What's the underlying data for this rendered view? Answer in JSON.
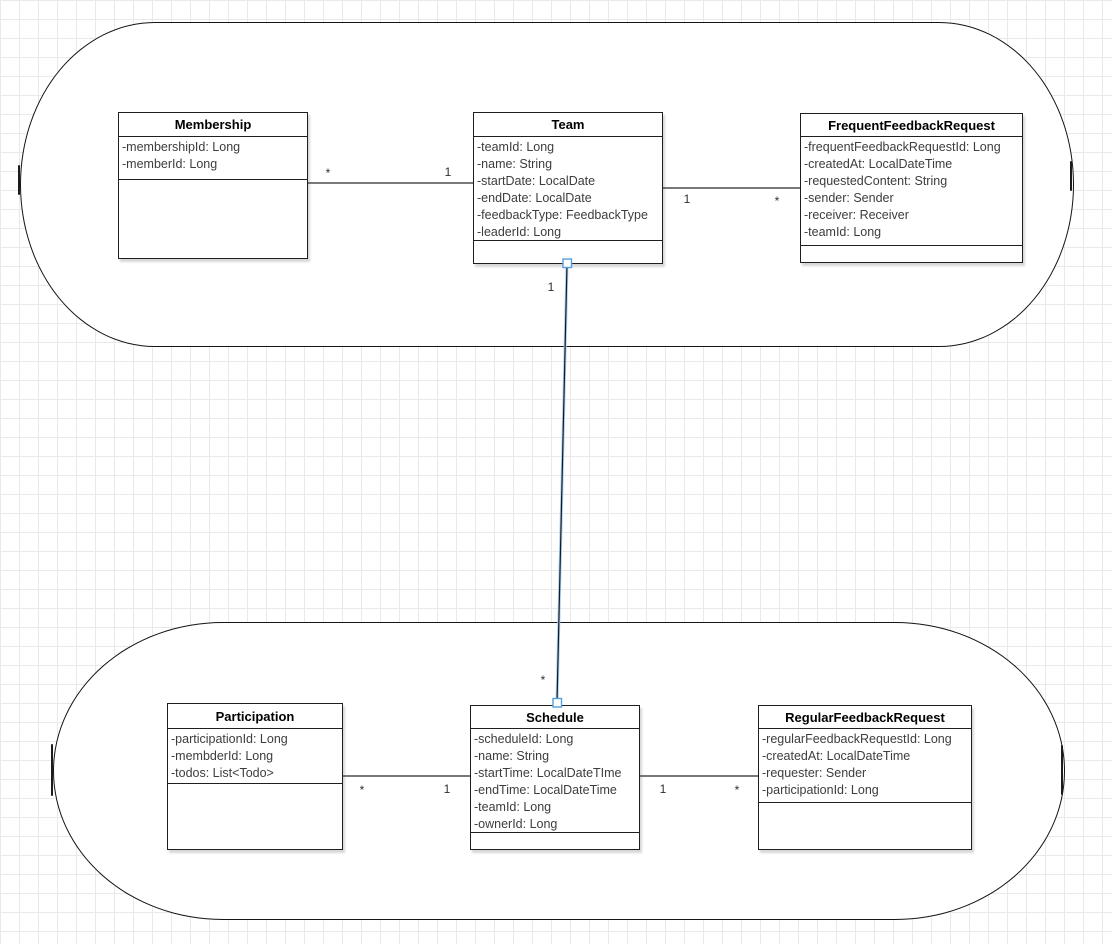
{
  "canvas": {
    "colors": {
      "background": "#ffffff",
      "grid_line": "#e9e9e9",
      "box_border": "#1f1f1f",
      "edge": "#4d4d4d",
      "selection_highlight": "#a8d1f7",
      "handle_border": "#56a0dd"
    }
  },
  "classes": [
    {
      "name": "Membership",
      "attributes": [
        "-membershipId: Long",
        "-memberId: Long"
      ]
    },
    {
      "name": "Team",
      "attributes": [
        "-teamId: Long",
        "-name: String",
        "-startDate: LocalDate",
        "-endDate: LocalDate",
        "-feedbackType: FeedbackType",
        "-leaderId: Long"
      ]
    },
    {
      "name": "FrequentFeedbackRequest",
      "attributes": [
        "-frequentFeedbackRequestId: Long",
        "-createdAt: LocalDateTime",
        "-requestedContent: String",
        "-sender: Sender",
        "-receiver: Receiver",
        "-teamId: Long"
      ]
    },
    {
      "name": "Participation",
      "attributes": [
        "-participationId: Long",
        "-membderId: Long",
        "-todos: List<Todo>"
      ]
    },
    {
      "name": "Schedule",
      "attributes": [
        "-scheduleId: Long",
        "-name: String",
        "-startTime: LocalDateTIme",
        "-endTime: LocalDateTime",
        "-teamId: Long",
        "-ownerId: Long"
      ]
    },
    {
      "name": "RegularFeedbackRequest",
      "attributes": [
        "-regularFeedbackRequestId: Long",
        "-createdAt: LocalDateTime",
        "-requester: Sender",
        "-participationId: Long"
      ]
    }
  ],
  "relations": [
    {
      "from": "Membership",
      "to": "Team",
      "from_label": "*",
      "to_label": "1"
    },
    {
      "from": "Team",
      "to": "FrequentFeedbackRequest",
      "from_label": "1",
      "to_label": "*"
    },
    {
      "from": "Team",
      "to": "Schedule",
      "from_label": "1",
      "to_label": "*",
      "selected": true
    },
    {
      "from": "Participation",
      "to": "Schedule",
      "from_label": "*",
      "to_label": "1"
    },
    {
      "from": "Schedule",
      "to": "RegularFeedbackRequest",
      "from_label": "1",
      "to_label": "*"
    }
  ]
}
